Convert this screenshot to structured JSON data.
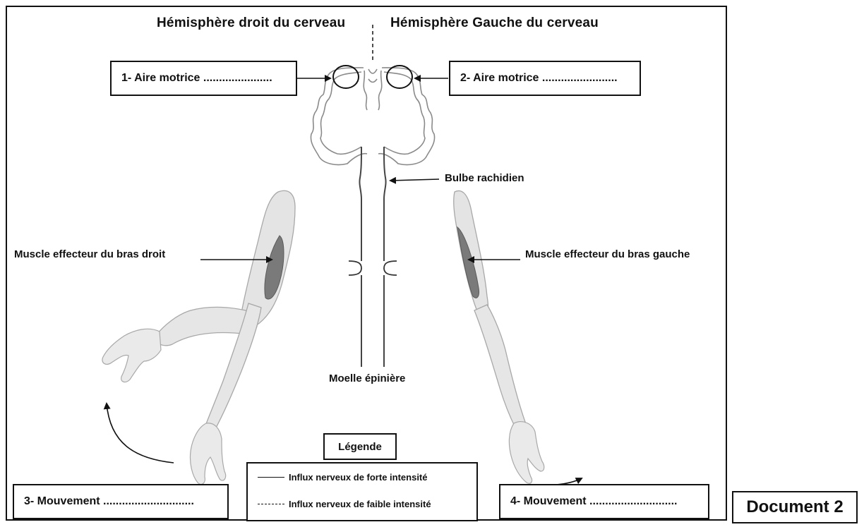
{
  "titles": {
    "right_hemisphere": "Hémisphère droit du cerveau",
    "left_hemisphere": "Hémisphère Gauche du cerveau"
  },
  "boxes": {
    "aire_1": "1- Aire motrice ......................",
    "aire_2": "2- Aire motrice ........................",
    "mouvement_3": "3- Mouvement .............................",
    "mouvement_4": "4- Mouvement ............................"
  },
  "labels": {
    "bulbe": "Bulbe rachidien",
    "muscle_droit": "Muscle effecteur du bras droit",
    "muscle_gauche": "Muscle effecteur du bras gauche",
    "moelle": "Moelle épinière"
  },
  "legend": {
    "title": "Légende",
    "strong": "Influx nerveux de forte intensité",
    "weak": "Influx nerveux de faible intensité"
  },
  "document_label": "Document 2",
  "colors": {
    "line": "#111111",
    "arm_fill": "#e3e3e3",
    "arm_stroke": "#a8a8a8",
    "muscle_fill": "#7a7a7a",
    "brain_stroke": "#888888"
  }
}
